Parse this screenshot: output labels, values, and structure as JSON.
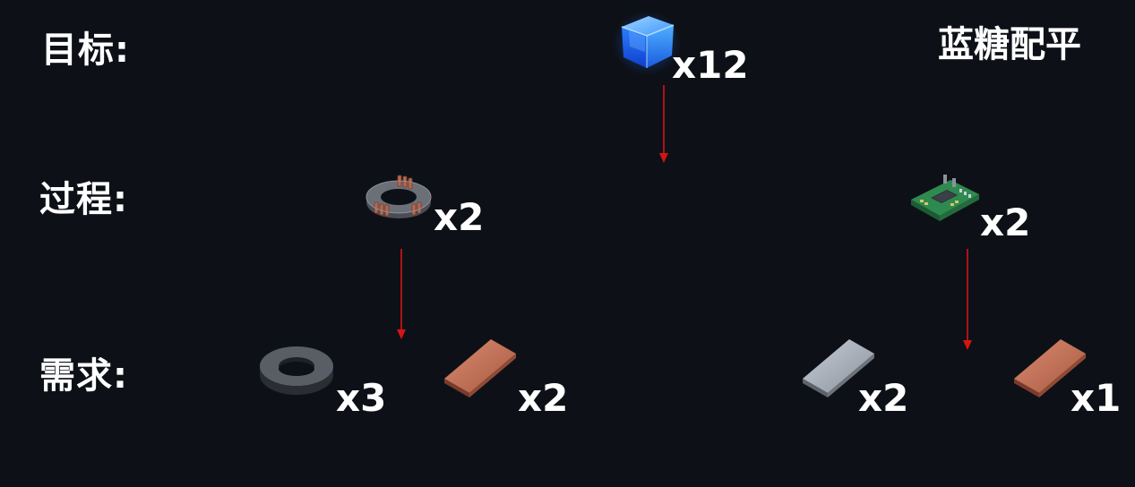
{
  "header": {
    "title": "蓝糖配平"
  },
  "rows": {
    "goal": "目标:",
    "process": "过程:",
    "requirement": "需求:"
  },
  "items": {
    "blue_cube": {
      "qty": "x12",
      "icon": "blue-cube-icon"
    },
    "magnetic_coil": {
      "qty": "x2",
      "icon": "magnetic-coil-icon"
    },
    "circuit_board": {
      "qty": "x2",
      "icon": "circuit-board-icon"
    },
    "magnet_ring": {
      "qty": "x3",
      "icon": "magnet-ring-icon"
    },
    "copper_ingot_a": {
      "qty": "x2",
      "icon": "copper-ingot-icon"
    },
    "iron_ingot": {
      "qty": "x2",
      "icon": "iron-ingot-icon"
    },
    "copper_ingot_b": {
      "qty": "x1",
      "icon": "copper-ingot-icon"
    }
  },
  "colors": {
    "background": "#0d1117",
    "text": "#ffffff",
    "arrow": "#d41414",
    "blue": "#2f8cff",
    "copper": "#b8674d",
    "iron": "#a7aeb8",
    "board": "#2e8a4f"
  }
}
